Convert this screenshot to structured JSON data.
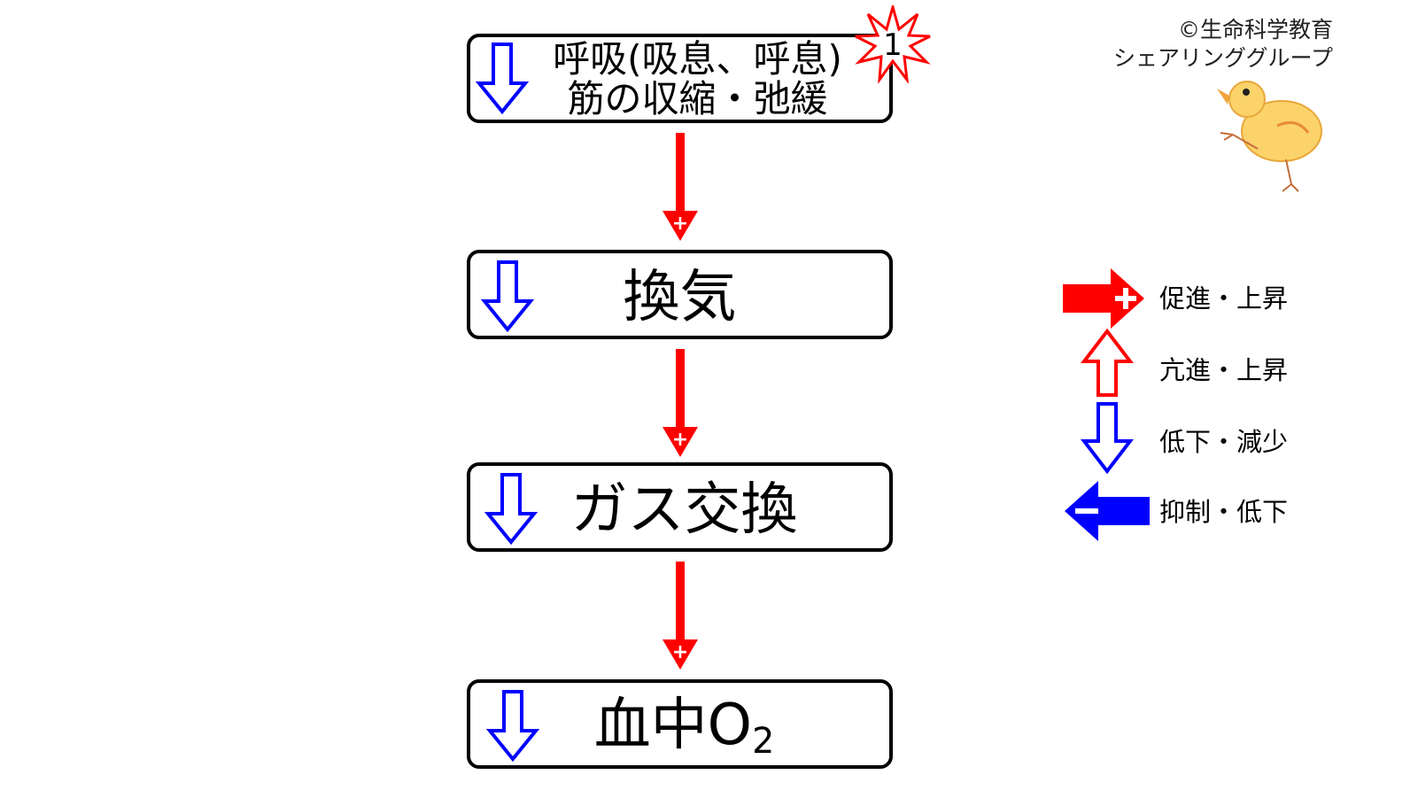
{
  "colors": {
    "promote": "#ff0000",
    "inhibit": "#0000ff",
    "box_border": "#000000"
  },
  "credit": {
    "line1": "©生命科学教育",
    "line2": "シェアリンググループ"
  },
  "badge": {
    "number": "1"
  },
  "flow": [
    {
      "lines": [
        "呼吸(吸息、呼息)",
        "筋の収縮・弛緩"
      ],
      "indicator": "down-hollow-arrow-icon"
    },
    {
      "lines": [
        "換気"
      ],
      "indicator": "down-hollow-arrow-icon"
    },
    {
      "lines": [
        "ガス交換"
      ],
      "indicator": "down-hollow-arrow-icon"
    },
    {
      "text": "血中O",
      "sub": "2",
      "indicator": "down-hollow-arrow-icon"
    }
  ],
  "connectors": [
    {
      "type": "promote",
      "sign": "+"
    },
    {
      "type": "promote",
      "sign": "+"
    },
    {
      "type": "promote",
      "sign": "+"
    }
  ],
  "legend": [
    {
      "icon": "red-plus-arrow-icon",
      "label": "促進・上昇"
    },
    {
      "icon": "red-hollow-up-arrow-icon",
      "label": "亢進・上昇"
    },
    {
      "icon": "blue-hollow-down-arrow-icon",
      "label": "低下・減少"
    },
    {
      "icon": "blue-minus-arrow-icon",
      "label": "抑制・低下"
    }
  ]
}
